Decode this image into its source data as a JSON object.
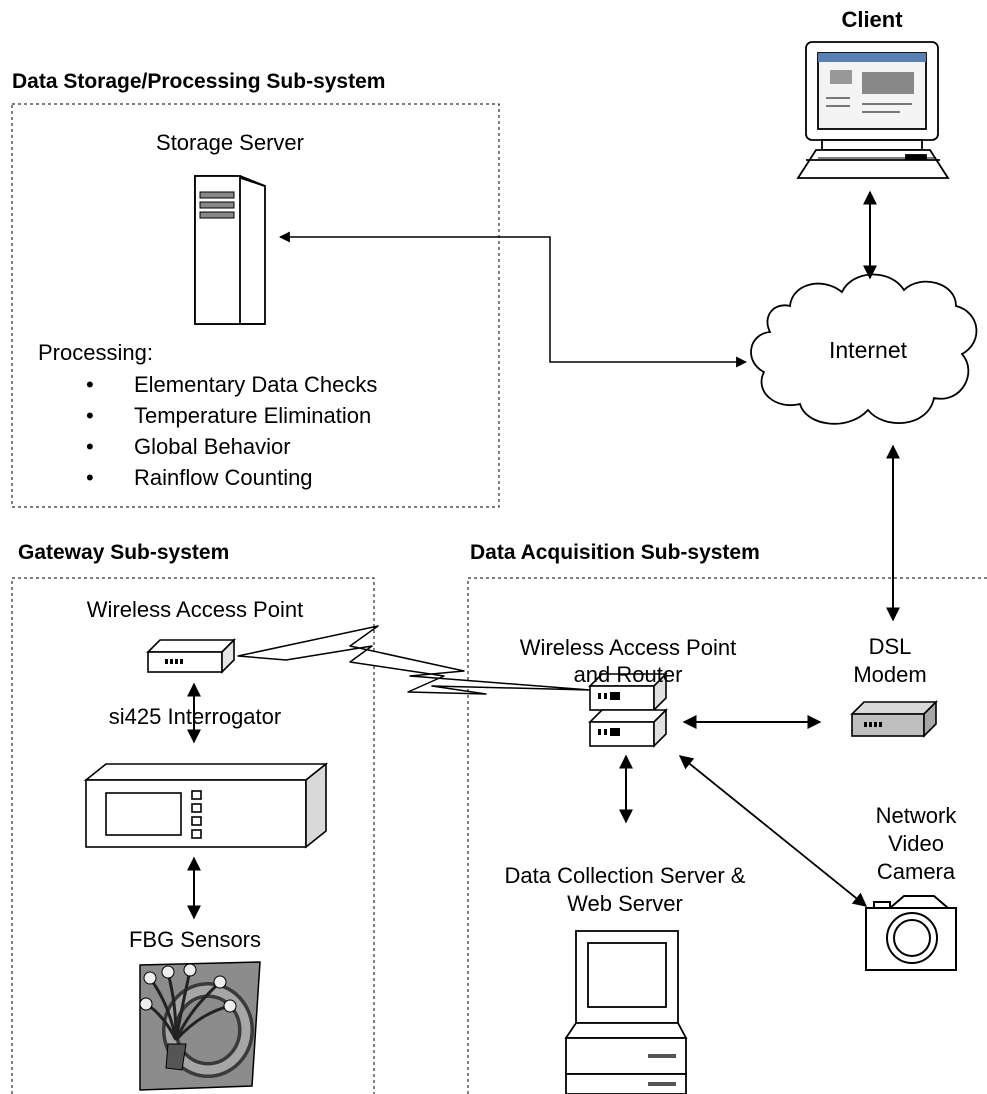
{
  "colors": {
    "line": "#000000",
    "device_fill": "#ffffff",
    "modem_fill": "#bfbfbf",
    "sensor_bg": "#8c8c8c"
  },
  "sections": {
    "storage": {
      "title": "Data Storage/Processing Sub-system"
    },
    "gateway": {
      "title": "Gateway Sub-system"
    },
    "acquisition": {
      "title": "Data Acquisition Sub-system"
    }
  },
  "client": {
    "label": "Client",
    "icon": "computer-monitor-icon"
  },
  "storage_server": {
    "label": "Storage Server",
    "icon": "tower-server-icon",
    "processing_label": "Processing:",
    "processing_items": [
      "Elementary Data Checks",
      "Temperature Elimination",
      "Global Behavior",
      "Rainflow Counting"
    ]
  },
  "internet": {
    "label": "Internet",
    "icon": "cloud-icon"
  },
  "gateway": {
    "access_point": {
      "label": "Wireless Access Point",
      "icon": "access-point-icon"
    },
    "interrogator": {
      "label": "si425 Interrogator",
      "icon": "interrogator-icon"
    },
    "sensors": {
      "label": "FBG Sensors",
      "icon": "fiber-optic-icon"
    }
  },
  "acquisition": {
    "router": {
      "label_line1": "Wireless Access Point",
      "label_line2": "and Router",
      "icon": "router-icon"
    },
    "modem": {
      "label_line1": "DSL",
      "label_line2": "Modem",
      "icon": "modem-icon"
    },
    "camera": {
      "label_line1": "Network",
      "label_line2": "Video",
      "label_line3": "Camera",
      "icon": "camera-icon"
    },
    "collection_server": {
      "label_line1": "Data Collection Server &",
      "label_line2": "Web Server",
      "icon": "desktop-computer-icon"
    }
  },
  "links": {
    "wireless": "lightning-link-icon"
  }
}
